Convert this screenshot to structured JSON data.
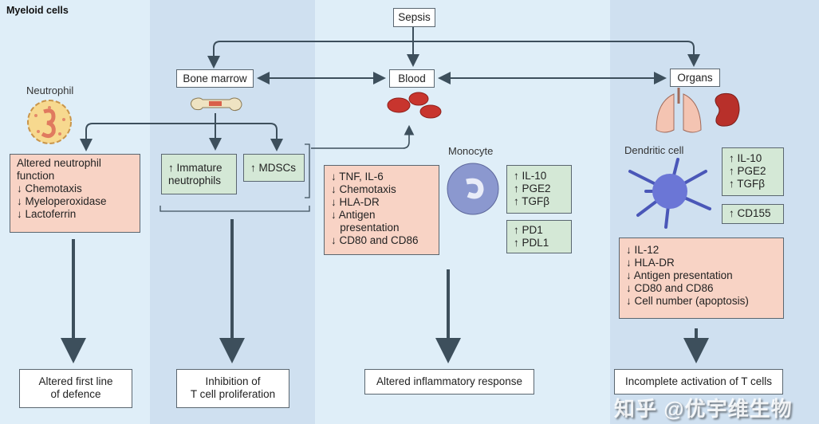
{
  "title": "Myeloid cells",
  "nodes": {
    "sepsis": "Sepsis",
    "bone_marrow": "Bone marrow",
    "blood": "Blood",
    "organs": "Organs"
  },
  "labels": {
    "neutrophil": "Neutrophil",
    "monocyte": "Monocyte",
    "dendritic": "Dendritic cell"
  },
  "neutrophil_box": [
    "Altered neutrophil",
    "function",
    "↓ Chemotaxis",
    "↓ Myeloperoxidase",
    "↓ Lactoferrin"
  ],
  "immature_box": [
    "↑ Immature",
    "neutrophils"
  ],
  "mdsc_box": [
    "↑ MDSCs"
  ],
  "monocyte_pink": [
    "↓ TNF, IL-6",
    "↓ Chemotaxis",
    "↓ HLA-DR",
    "↓ Antigen",
    "   presentation",
    "↓ CD80 and CD86"
  ],
  "monocyte_green1": [
    "↑ IL-10",
    "↑ PGE2",
    "↑ TGFβ"
  ],
  "monocyte_green2": [
    "↑ PD1",
    "↑ PDL1"
  ],
  "dc_green1": [
    "↑ IL-10",
    "↑ PGE2",
    "↑ TGFβ"
  ],
  "dc_green2": [
    "↑ CD155"
  ],
  "dc_pink": [
    "↓ IL-12",
    "↓ HLA-DR",
    "↓ Antigen presentation",
    "↓ CD80 and CD86",
    "↓ Cell number (apoptosis)"
  ],
  "outcomes": {
    "neutrophil": [
      "Altered first line",
      "of defence"
    ],
    "bone_marrow": [
      "Inhibition of",
      "T cell proliferation"
    ],
    "monocyte": [
      "Altered inflammatory response"
    ],
    "dendritic": [
      "Incomplete activation of T cells"
    ]
  },
  "watermark": "知乎 @优宇维生物",
  "colors": {
    "panel_light": "#dfeef8",
    "panel_dark": "#cfe0f0",
    "pink": "#f8d3c5",
    "green": "#d4e8d6",
    "arrow": "#3d4f5c"
  }
}
